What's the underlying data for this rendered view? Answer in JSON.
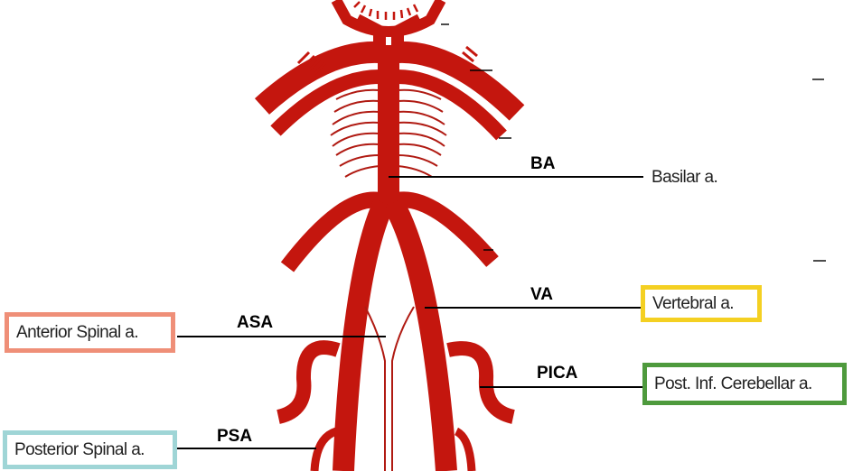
{
  "labels": {
    "basilar": {
      "abbr": "BA",
      "name": "Basilar a."
    },
    "vertebral": {
      "abbr": "VA",
      "name": "Vertebral a.",
      "box_color": "#f4d022"
    },
    "anterior_spinal": {
      "abbr": "ASA",
      "name": "Anterior Spinal a.",
      "box_color": "#ef8f78"
    },
    "pica": {
      "abbr": "PICA",
      "name": "Post. Inf. Cerebellar a.",
      "box_color": "#4e9a3d"
    },
    "posterior_spinal": {
      "abbr": "PSA",
      "name": "Posterior Spinal a.",
      "box_color": "#9fd5d6"
    }
  },
  "colors": {
    "artery": "#c4160e",
    "artery_outline": "#7a0b06",
    "leader_line": "#000000"
  }
}
